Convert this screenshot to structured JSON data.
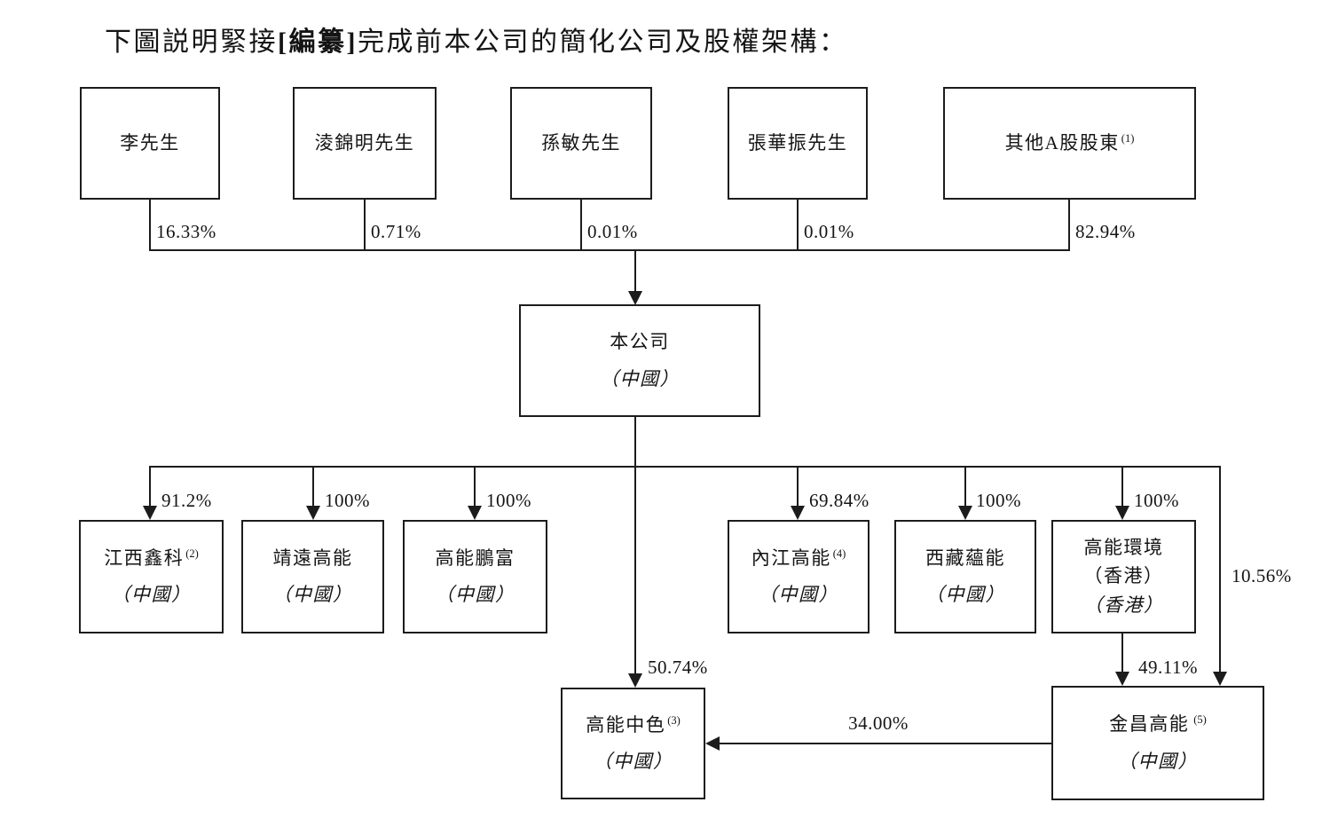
{
  "title": {
    "pre": "下圖説明緊接",
    "redacted": "[編纂]",
    "post": "完成前本公司的簡化公司及股權架構："
  },
  "top_shareholders": [
    {
      "name": "李先生",
      "ownership": "16.33%"
    },
    {
      "name": "淩錦明先生",
      "ownership": "0.71%"
    },
    {
      "name": "孫敏先生",
      "ownership": "0.01%"
    },
    {
      "name": "張華振先生",
      "ownership": "0.01%"
    },
    {
      "name": "其他A股股東",
      "footnote": "(1)",
      "ownership": "82.94%"
    }
  ],
  "company": {
    "name": "本公司",
    "jurisdiction": "（中國）"
  },
  "subsidiaries": [
    {
      "name": "江西鑫科",
      "footnote": "(2)",
      "jurisdiction": "（中國）",
      "ownership": "91.2%"
    },
    {
      "name": "靖遠高能",
      "jurisdiction": "（中國）",
      "ownership": "100%"
    },
    {
      "name": "高能鵬富",
      "jurisdiction": "（中國）",
      "ownership": "100%"
    },
    {
      "name": "內江高能",
      "footnote": "(4)",
      "jurisdiction": "（中國）",
      "ownership": "69.84%"
    },
    {
      "name": "西藏蘊能",
      "jurisdiction": "（中國）",
      "ownership": "100%"
    },
    {
      "name": "高能環境",
      "name_line2": "（香港）",
      "jurisdiction": "（香港）",
      "ownership": "100%"
    }
  ],
  "lower_entities": {
    "gaoneng_zhongse": {
      "name": "高能中色",
      "footnote": "(3)",
      "jurisdiction": "（中國）"
    },
    "jinchang_gaoneng": {
      "name": "金昌高能",
      "footnote": "(5)",
      "jurisdiction": "（中國）"
    }
  },
  "edges": {
    "company_to_gaoneng_zhongse": "50.74%",
    "hkenv_to_jinchang": "49.11%",
    "company_to_jinchang": "10.56%",
    "jinchang_to_gaoneng_zhongse": "34.00%"
  }
}
